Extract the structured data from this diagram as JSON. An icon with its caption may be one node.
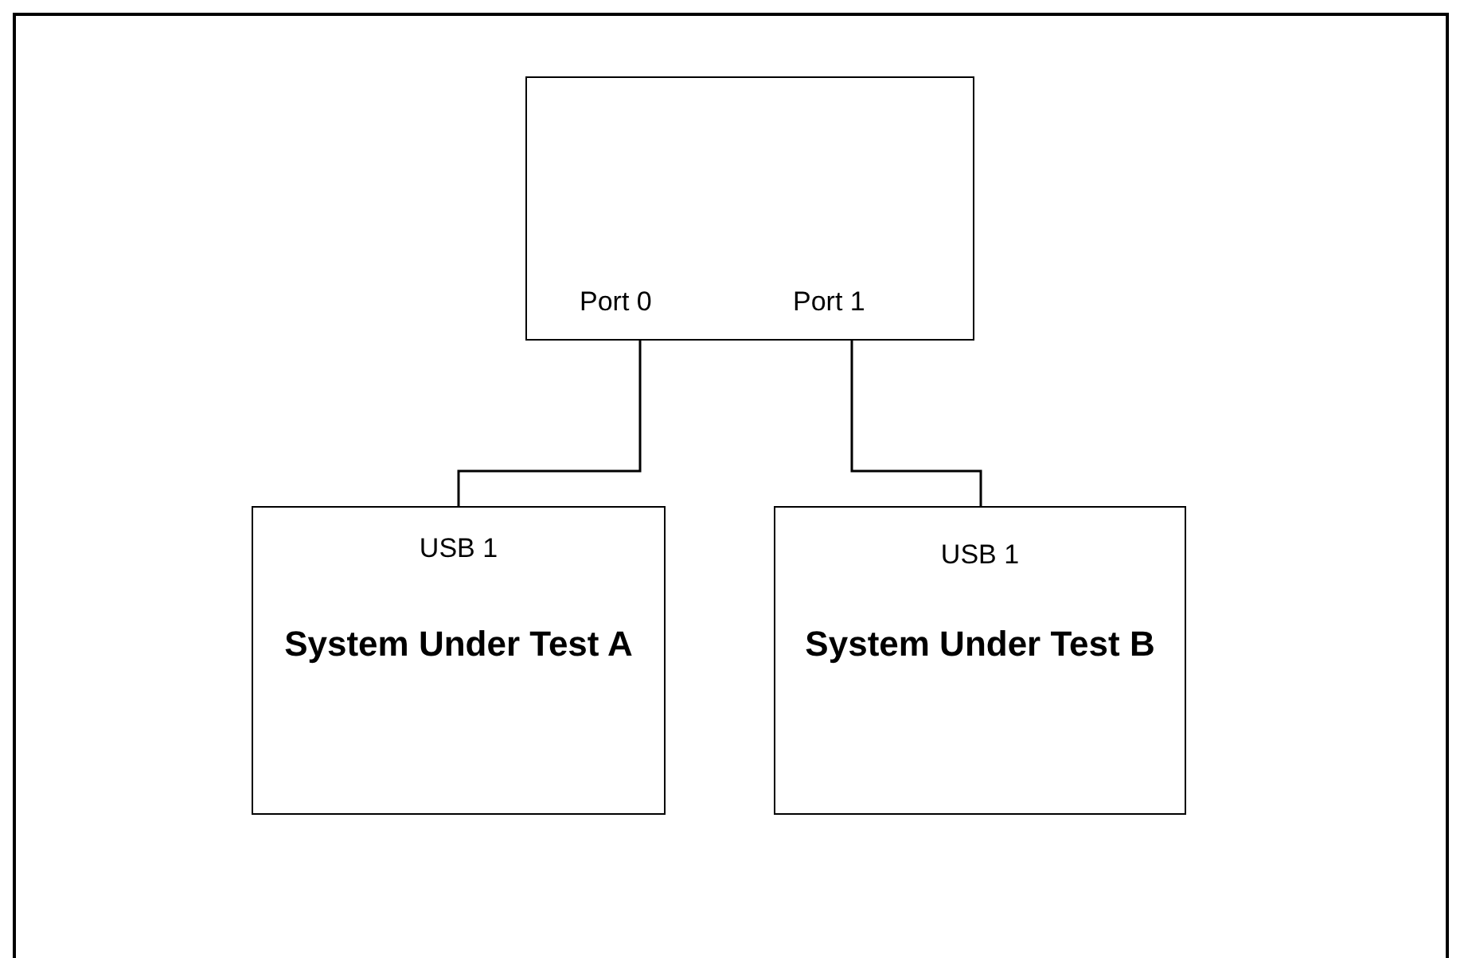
{
  "diagram": {
    "nodes": [
      {
        "text": [
          "Port 0",
          "Port 1"
        ]
      },
      {
        "text": [
          "USB 1",
          "System Under Test A"
        ]
      },
      {
        "text": [
          "USB 1",
          "System Under Test B"
        ]
      }
    ],
    "edges": [
      {
        "from": 0,
        "to": 1,
        "arrow": "none"
      },
      {
        "from": 0,
        "to": 2,
        "arrow": "none"
      }
    ]
  }
}
